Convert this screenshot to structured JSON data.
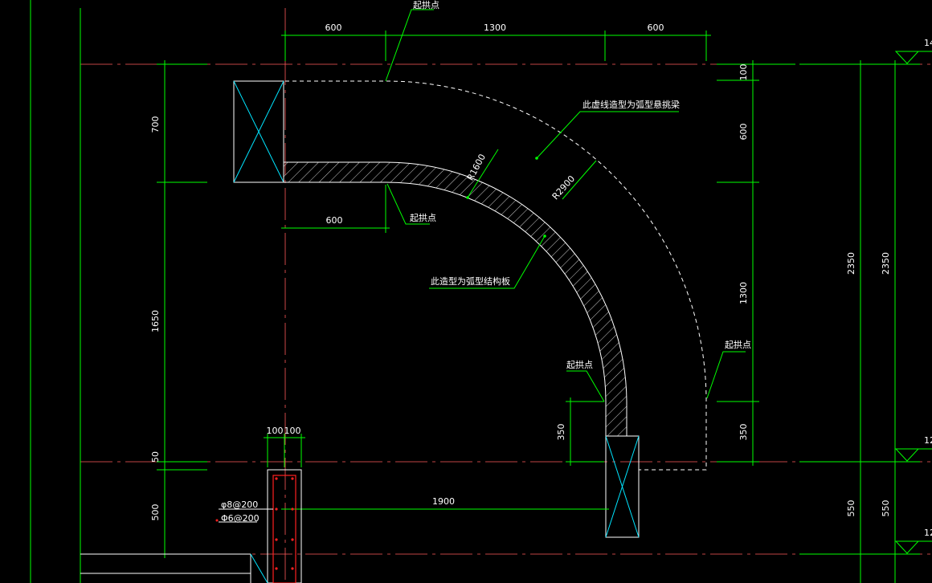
{
  "colors": {
    "background": "#000000",
    "dimension": "#00ff00",
    "axis": "#ff5a5a",
    "outline": "#ffffff",
    "column_cross": "#00e5ff",
    "rebar": "#ff2020"
  },
  "top_dims": {
    "left": "600",
    "middle": "1300",
    "right": "600"
  },
  "left_dims": {
    "d700": "700",
    "d1650": "1650",
    "d50": "50",
    "d500": "500"
  },
  "right_dims": {
    "d100": "100",
    "d600": "600",
    "d1300": "1300",
    "d350": "350"
  },
  "far_right_dims": {
    "a2350": "2350",
    "b2350": "2350",
    "a550": "550",
    "b550": "550"
  },
  "elev_marks": {
    "top": "14",
    "mid": "12",
    "bottom": "12"
  },
  "inner_dims": {
    "d600": "600",
    "d350": "350",
    "d1900": "1900",
    "d100a": "100",
    "d100b": "100"
  },
  "radius_labels": {
    "r1600": "R1600",
    "r2900": "R2900"
  },
  "annotations": {
    "start_top": "起拱点",
    "start_inner": "起拱点",
    "start_lower": "起拱点",
    "start_right": "起拱点",
    "dashed_beam_note": "此虚线造型为弧型悬挑梁",
    "slab_note": "此造型为弧型结构板"
  },
  "rebar": {
    "r1": "φ8@200",
    "r2": "Φ6@200"
  }
}
